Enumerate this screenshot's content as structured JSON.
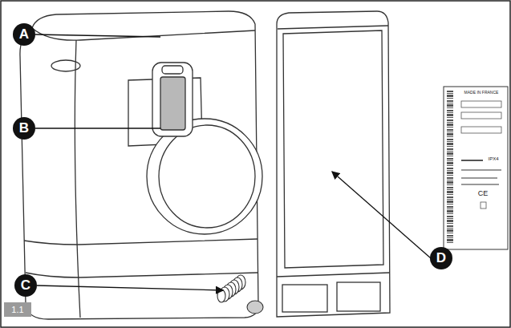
{
  "diagram": {
    "labels": [
      "A",
      "B",
      "C",
      "D",
      "1.1",
      "MADE IN FRANCE",
      "IPX4",
      "CE"
    ]
  }
}
